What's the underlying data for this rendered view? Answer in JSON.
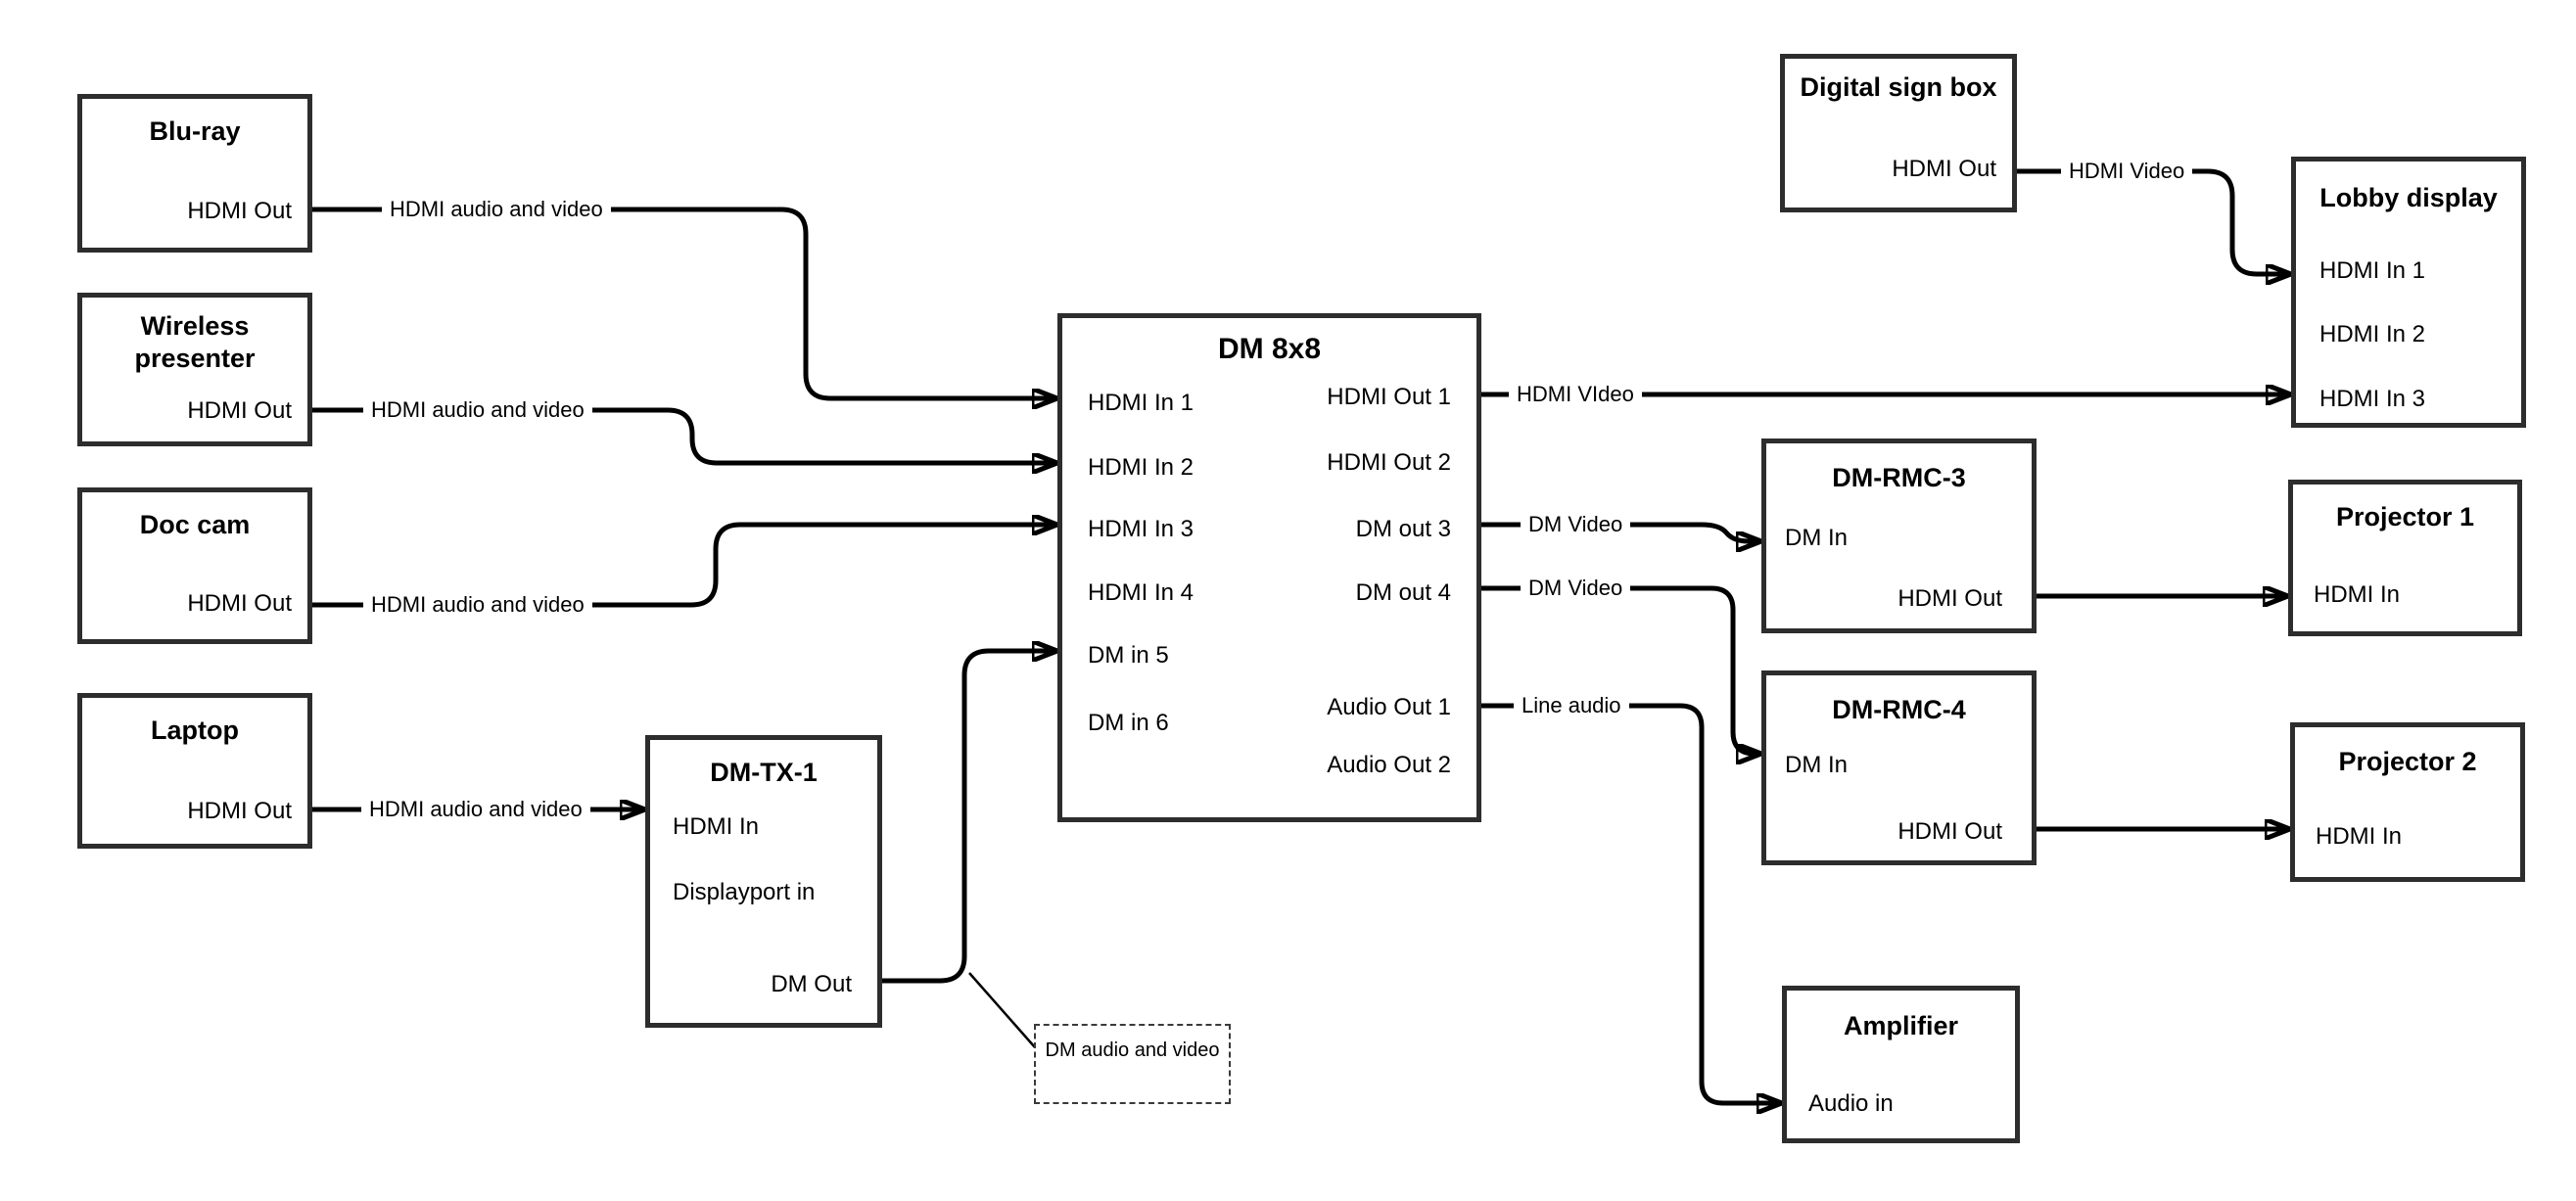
{
  "colors": {
    "line": "#000000",
    "box_border": "#2d2d2d",
    "background": "#ffffff"
  },
  "boxes": {
    "bluray": {
      "title": "Blu-ray",
      "port_hdmi_out": "HDMI Out"
    },
    "wireless": {
      "title": "Wireless presenter",
      "port_hdmi_out": "HDMI Out"
    },
    "doccam": {
      "title": "Doc cam",
      "port_hdmi_out": "HDMI Out"
    },
    "laptop": {
      "title": "Laptop",
      "port_hdmi_out": "HDMI Out"
    },
    "dmtx1": {
      "title": "DM-TX-1",
      "port_hdmi_in": "HDMI In",
      "port_dp_in": "Displayport in",
      "port_dm_out": "DM Out"
    },
    "dm8x8": {
      "title": "DM 8x8",
      "left_ports": [
        "HDMI In 1",
        "HDMI In 2",
        "HDMI In 3",
        "HDMI In 4",
        "DM in 5",
        "DM in 6"
      ],
      "right_ports": [
        "HDMI Out 1",
        "HDMI Out 2",
        "DM out 3",
        "DM out 4",
        "Audio Out 1",
        "Audio Out 2"
      ]
    },
    "digitalsign": {
      "title": "Digital sign box",
      "port_hdmi_out": "HDMI Out"
    },
    "lobby": {
      "title": "Lobby display",
      "ports": [
        "HDMI In 1",
        "HDMI In 2",
        "HDMI In 3"
      ]
    },
    "dmrmc3": {
      "title": "DM-RMC-3",
      "port_dm_in": "DM In",
      "port_hdmi_out": "HDMI Out"
    },
    "proj1": {
      "title": "Projector 1",
      "port_hdmi_in": "HDMI In"
    },
    "dmrmc4": {
      "title": "DM-RMC-4",
      "port_dm_in": "DM In",
      "port_hdmi_out": "HDMI Out"
    },
    "proj2": {
      "title": "Projector 2",
      "port_hdmi_in": "HDMI In"
    },
    "amplifier": {
      "title": "Amplifier",
      "port_audio_in": "Audio in"
    }
  },
  "connection_labels": {
    "bluray_to_dm8x8": "HDMI audio and video",
    "wireless_to_dm8x8": "HDMI audio and video",
    "doccam_to_dm8x8": "HDMI audio and video",
    "laptop_to_dmtx1": "HDMI audio and video",
    "hdmi_out1": "HDMI VIdeo",
    "dm_out3": "DM Video",
    "dm_out4": "DM Video",
    "audio_out1": "Line audio",
    "sign_to_lobby": "HDMI Video"
  },
  "note": {
    "text": "DM audio and\nvideo"
  }
}
